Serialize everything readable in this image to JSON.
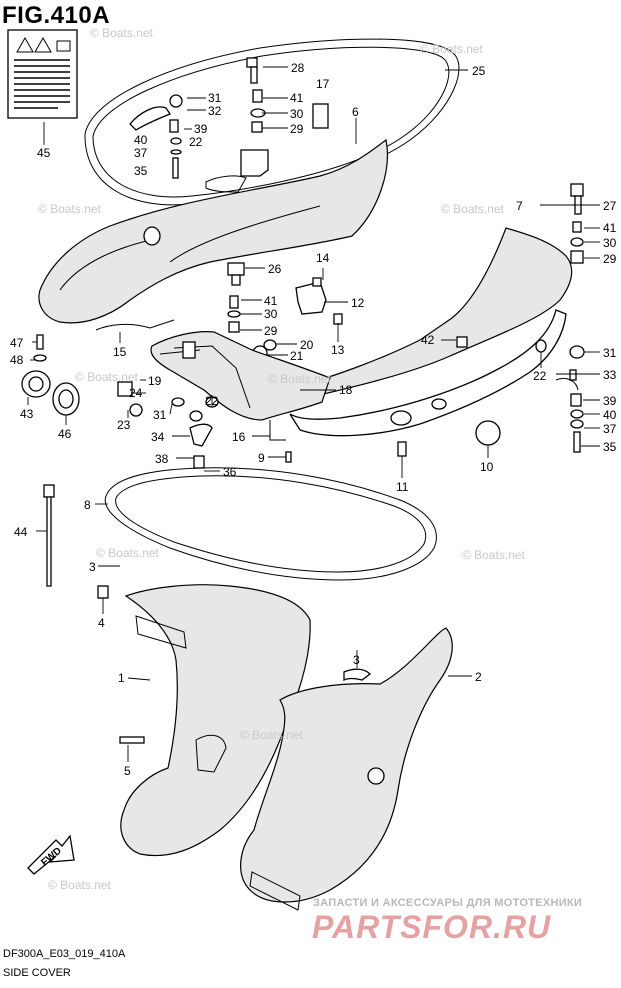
{
  "figure": {
    "title": "FIG.410A",
    "code": "DF300A_E03_019_410A",
    "name": "SIDE COVER"
  },
  "watermarks": {
    "boats": "© Boats.net",
    "shop_tagline": "ЗАПАСТИ И АКСЕССУАРЫ ДЛЯ МОТОТЕХНИКИ",
    "shop_logo": "PARTSFOR.RU"
  },
  "fwd_label": "FWD",
  "callouts": [
    {
      "id": "c28",
      "text": "28"
    },
    {
      "id": "c25",
      "text": "25"
    },
    {
      "id": "c17",
      "text": "17"
    },
    {
      "id": "c31a",
      "text": "31"
    },
    {
      "id": "c32",
      "text": "32"
    },
    {
      "id": "c41a",
      "text": "41"
    },
    {
      "id": "c30a",
      "text": "30"
    },
    {
      "id": "c6",
      "text": "6"
    },
    {
      "id": "c39a",
      "text": "39"
    },
    {
      "id": "c29a",
      "text": "29"
    },
    {
      "id": "c40a",
      "text": "40"
    },
    {
      "id": "c22a",
      "text": "22"
    },
    {
      "id": "c37a",
      "text": "37"
    },
    {
      "id": "c35a",
      "text": "35"
    },
    {
      "id": "c45",
      "text": "45"
    },
    {
      "id": "c27",
      "text": "27"
    },
    {
      "id": "c7",
      "text": "7"
    },
    {
      "id": "c41b",
      "text": "41"
    },
    {
      "id": "c30b",
      "text": "30"
    },
    {
      "id": "c29b",
      "text": "29"
    },
    {
      "id": "c14",
      "text": "14"
    },
    {
      "id": "c26",
      "text": "26"
    },
    {
      "id": "c41c",
      "text": "41"
    },
    {
      "id": "c30c",
      "text": "30"
    },
    {
      "id": "c29c",
      "text": "29"
    },
    {
      "id": "c12",
      "text": "12"
    },
    {
      "id": "c20",
      "text": "20"
    },
    {
      "id": "c21",
      "text": "21"
    },
    {
      "id": "c13",
      "text": "13"
    },
    {
      "id": "c42",
      "text": "42"
    },
    {
      "id": "c47",
      "text": "47"
    },
    {
      "id": "c48",
      "text": "48"
    },
    {
      "id": "c15",
      "text": "15"
    },
    {
      "id": "c31b",
      "text": "31"
    },
    {
      "id": "c22b",
      "text": "22"
    },
    {
      "id": "c33",
      "text": "33"
    },
    {
      "id": "c19",
      "text": "19"
    },
    {
      "id": "c24",
      "text": "24"
    },
    {
      "id": "c18",
      "text": "18"
    },
    {
      "id": "c43",
      "text": "43"
    },
    {
      "id": "c23",
      "text": "23"
    },
    {
      "id": "c31c",
      "text": "31"
    },
    {
      "id": "c22c",
      "text": "22"
    },
    {
      "id": "c39b",
      "text": "39"
    },
    {
      "id": "c46",
      "text": "46"
    },
    {
      "id": "c34",
      "text": "34"
    },
    {
      "id": "c16",
      "text": "16"
    },
    {
      "id": "c40b",
      "text": "40"
    },
    {
      "id": "c37b",
      "text": "37"
    },
    {
      "id": "c35b",
      "text": "35"
    },
    {
      "id": "c38",
      "text": "38"
    },
    {
      "id": "c36",
      "text": "36"
    },
    {
      "id": "c9",
      "text": "9"
    },
    {
      "id": "c10",
      "text": "10"
    },
    {
      "id": "c11",
      "text": "11"
    },
    {
      "id": "c8",
      "text": "8"
    },
    {
      "id": "c44",
      "text": "44"
    },
    {
      "id": "c3a",
      "text": "3"
    },
    {
      "id": "c4",
      "text": "4"
    },
    {
      "id": "c1",
      "text": "1"
    },
    {
      "id": "c3b",
      "text": "3"
    },
    {
      "id": "c2",
      "text": "2"
    },
    {
      "id": "c5",
      "text": "5"
    }
  ]
}
